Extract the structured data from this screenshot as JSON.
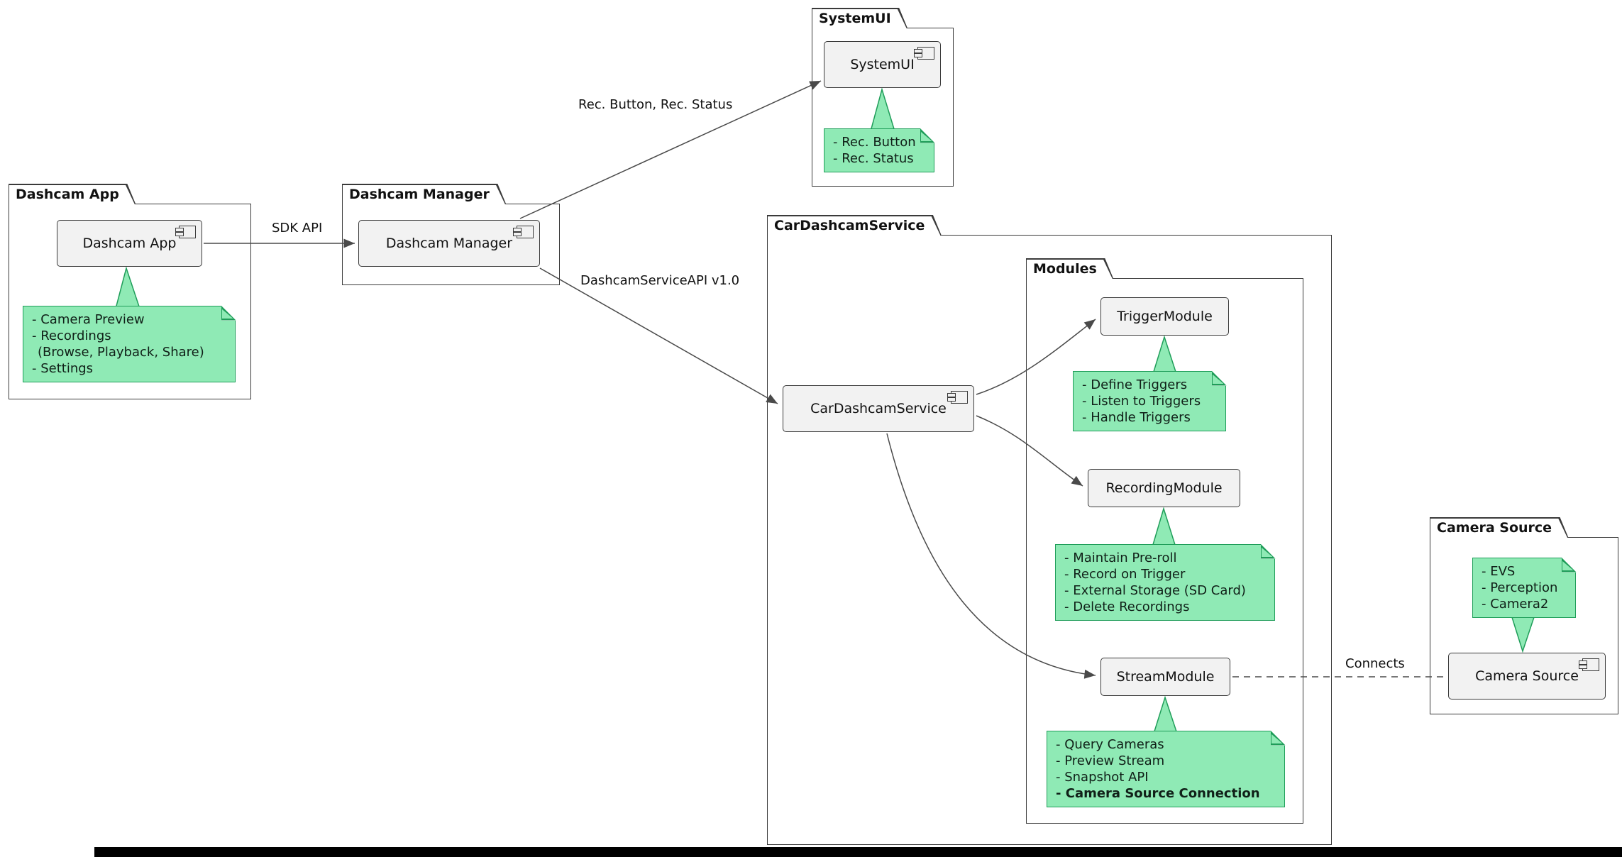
{
  "packages": {
    "dashcam_app": {
      "label": "Dashcam App"
    },
    "dashcam_manager": {
      "label": "Dashcam Manager"
    },
    "system_ui": {
      "label": "SystemUI"
    },
    "car_dashcam_service": {
      "label": "CarDashcamService"
    },
    "modules": {
      "label": "Modules"
    },
    "camera_source": {
      "label": "Camera Source"
    }
  },
  "components": {
    "dashcam_app": {
      "label": "Dashcam App"
    },
    "dashcam_manager": {
      "label": "Dashcam Manager"
    },
    "system_ui": {
      "label": "SystemUI"
    },
    "car_dashcam_service": {
      "label": "CarDashcamService"
    },
    "trigger_module": {
      "label": "TriggerModule"
    },
    "recording_module": {
      "label": "RecordingModule"
    },
    "stream_module": {
      "label": "StreamModule"
    },
    "camera_source": {
      "label": "Camera Source"
    }
  },
  "notes": {
    "dashcam_app": {
      "lines": [
        "- Camera Preview",
        "- Recordings",
        "(Browse, Playback, Share)",
        "- Settings"
      ]
    },
    "system_ui": {
      "lines": [
        "- Rec. Button",
        "- Rec. Status"
      ]
    },
    "trigger_module": {
      "lines": [
        "- Define Triggers",
        "- Listen to Triggers",
        "- Handle Triggers"
      ]
    },
    "recording_module": {
      "lines": [
        "- Maintain Pre-roll",
        "- Record on Trigger",
        "- External Storage (SD Card)",
        "- Delete Recordings"
      ]
    },
    "stream_module": {
      "lines": [
        "- Query Cameras",
        "- Preview Stream",
        "- Snapshot API",
        "- Camera Source Connection"
      ]
    },
    "camera_source": {
      "lines": [
        "- EVS",
        "- Perception",
        "- Camera2"
      ]
    }
  },
  "edges": {
    "sdk_api": {
      "label": "SDK API"
    },
    "rec_button_status": {
      "label": "Rec. Button, Rec. Status"
    },
    "dashcam_service_api": {
      "label": "DashcamServiceAPI v1.0"
    },
    "connects": {
      "label": "Connects"
    }
  },
  "colors": {
    "note_fill": "#8FEAB5",
    "note_border": "#1F9D59",
    "component_fill": "#F2F2F2",
    "border": "#3A3A3A",
    "line": "#4A4A4A"
  }
}
